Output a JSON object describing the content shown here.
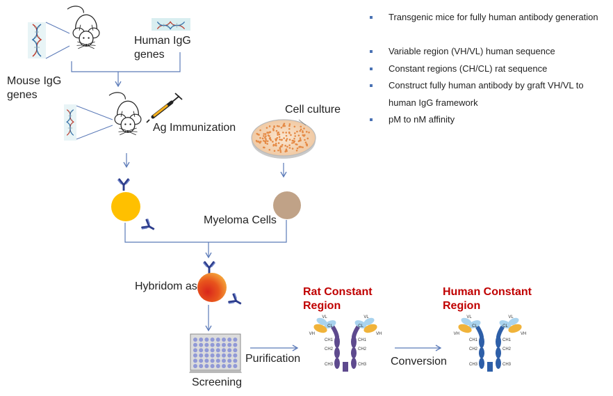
{
  "bullets": [
    "Transgenic mice for fully human antibody generation",
    "Variable region (VH/VL) human  sequence",
    "Constant regions (CH/CL) rat  sequence",
    "Construct fully human antibody by graft VH/VL to human IgG framework",
    "pM to nM affinity"
  ],
  "labels": {
    "mouse_igg": "Mouse IgG genes",
    "human_igg": "Human IgG genes",
    "ag_immunization": "Ag Immunization",
    "cell_culture": "Cell culture",
    "myeloma": "Myeloma Cells",
    "hybridomas": "Hybridom as",
    "screening": "Screening",
    "purification": "Purification",
    "conversion": "Conversion",
    "rat_constant": "Rat Constant Region",
    "human_constant": "Human Constant Region"
  },
  "antibody_labels": {
    "vl": "VL",
    "cl": "CL",
    "vh": "VH",
    "ch1": "CH1",
    "ch2": "CH2",
    "ch3": "CH3"
  },
  "colors": {
    "line": "#5b7ab8",
    "rat_fc": "#5e4a8e",
    "human_fc": "#2e5fa8",
    "variable_light": "#a9d3ee",
    "variable_heavy": "#f0b33a",
    "title_red": "#c00000",
    "b_cell": "#ffc000",
    "myeloma_cell": "#c0a287",
    "hybridoma_red": "#d8261b",
    "hybridoma_orange": "#f28a1e",
    "well_plate": "#9199d6"
  }
}
